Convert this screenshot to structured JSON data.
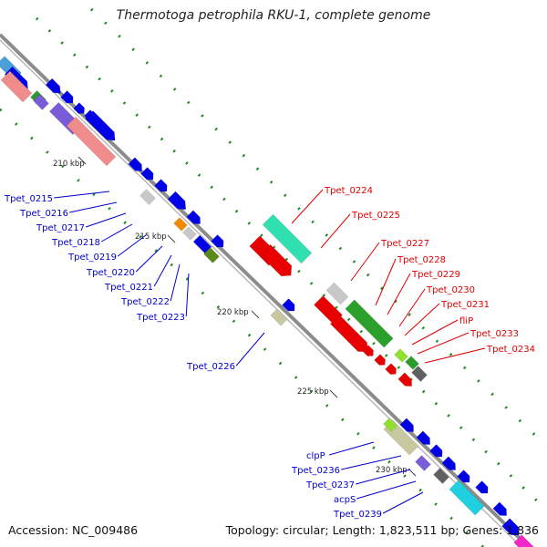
{
  "title": "Thermotoga petrophila RKU-1, complete genome",
  "footer": {
    "accession": "Accession: NC_009486",
    "summary": "Topology: circular; Length: 1,823,511 bp; Genes: 1,836"
  },
  "colors": {
    "backbone": "#8c8c8c",
    "cds_default": "#0000e6",
    "forward_labels": "#e00000",
    "reverse_labels": "#0000cc",
    "dots": "#1a8a1a"
  },
  "scale_ticks": [
    {
      "label": "210 kbp"
    },
    {
      "label": "215 kbp"
    },
    {
      "label": "220 kbp"
    },
    {
      "label": "225 kbp"
    },
    {
      "label": "230 kbp"
    }
  ],
  "labels": {
    "reverse": [
      "Tpet_0215",
      "Tpet_0216",
      "Tpet_0217",
      "Tpet_0218",
      "Tpet_0219",
      "Tpet_0220",
      "Tpet_0221",
      "Tpet_0222",
      "Tpet_0223",
      "Tpet_0226",
      "clpP",
      "Tpet_0236",
      "Tpet_0237",
      "acpS",
      "Tpet_0239"
    ],
    "forward": [
      "Tpet_0224",
      "Tpet_0225",
      "Tpet_0227",
      "Tpet_0228",
      "Tpet_0229",
      "Tpet_0230",
      "Tpet_0231",
      "fliP",
      "Tpet_0233",
      "Tpet_0234"
    ]
  }
}
